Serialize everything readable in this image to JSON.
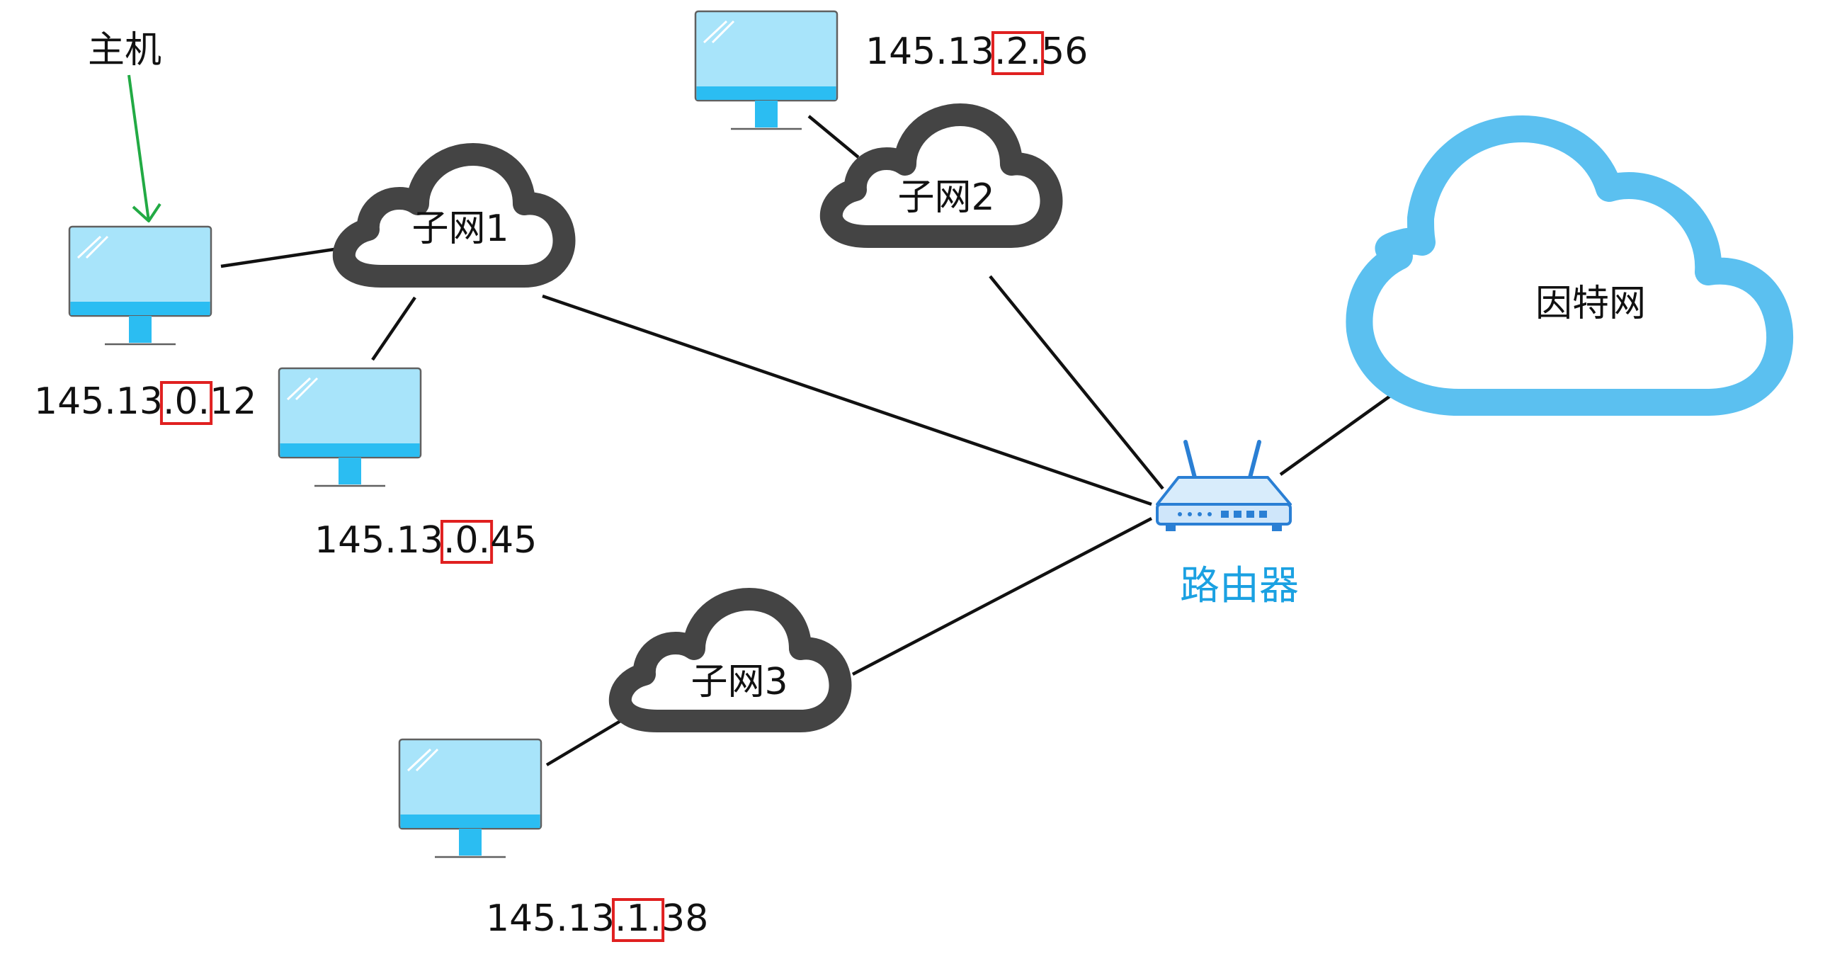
{
  "host_label": "主机",
  "subnets": [
    {
      "id": "subnet1",
      "label": "子网1"
    },
    {
      "id": "subnet2",
      "label": "子网2"
    },
    {
      "id": "subnet3",
      "label": "子网3"
    }
  ],
  "internet": {
    "label": "因特网"
  },
  "router": {
    "label": "路由器"
  },
  "hosts": [
    {
      "ip_prefix": "145.13",
      "ip_highlight": ".0.",
      "ip_suffix": "12"
    },
    {
      "ip_prefix": "145.13",
      "ip_highlight": ".0.",
      "ip_suffix": "45"
    },
    {
      "ip_prefix": "145.13",
      "ip_highlight": ".2.",
      "ip_suffix": "56"
    },
    {
      "ip_prefix": "145.13",
      "ip_highlight": ".1.",
      "ip_suffix": "38"
    }
  ],
  "colors": {
    "highlight_box": "#e02020",
    "host_arrow": "#22aa44",
    "router_label": "#1ba1e2",
    "internet_cloud": "#5bc0f0",
    "subnet_cloud": "#444444",
    "monitor_screen": "#a8e4fa",
    "monitor_accent": "#2bbdf2"
  },
  "icons": {
    "host": "monitor-icon",
    "subnet": "cloud-icon",
    "internet": "cloud-icon",
    "router": "router-icon"
  }
}
